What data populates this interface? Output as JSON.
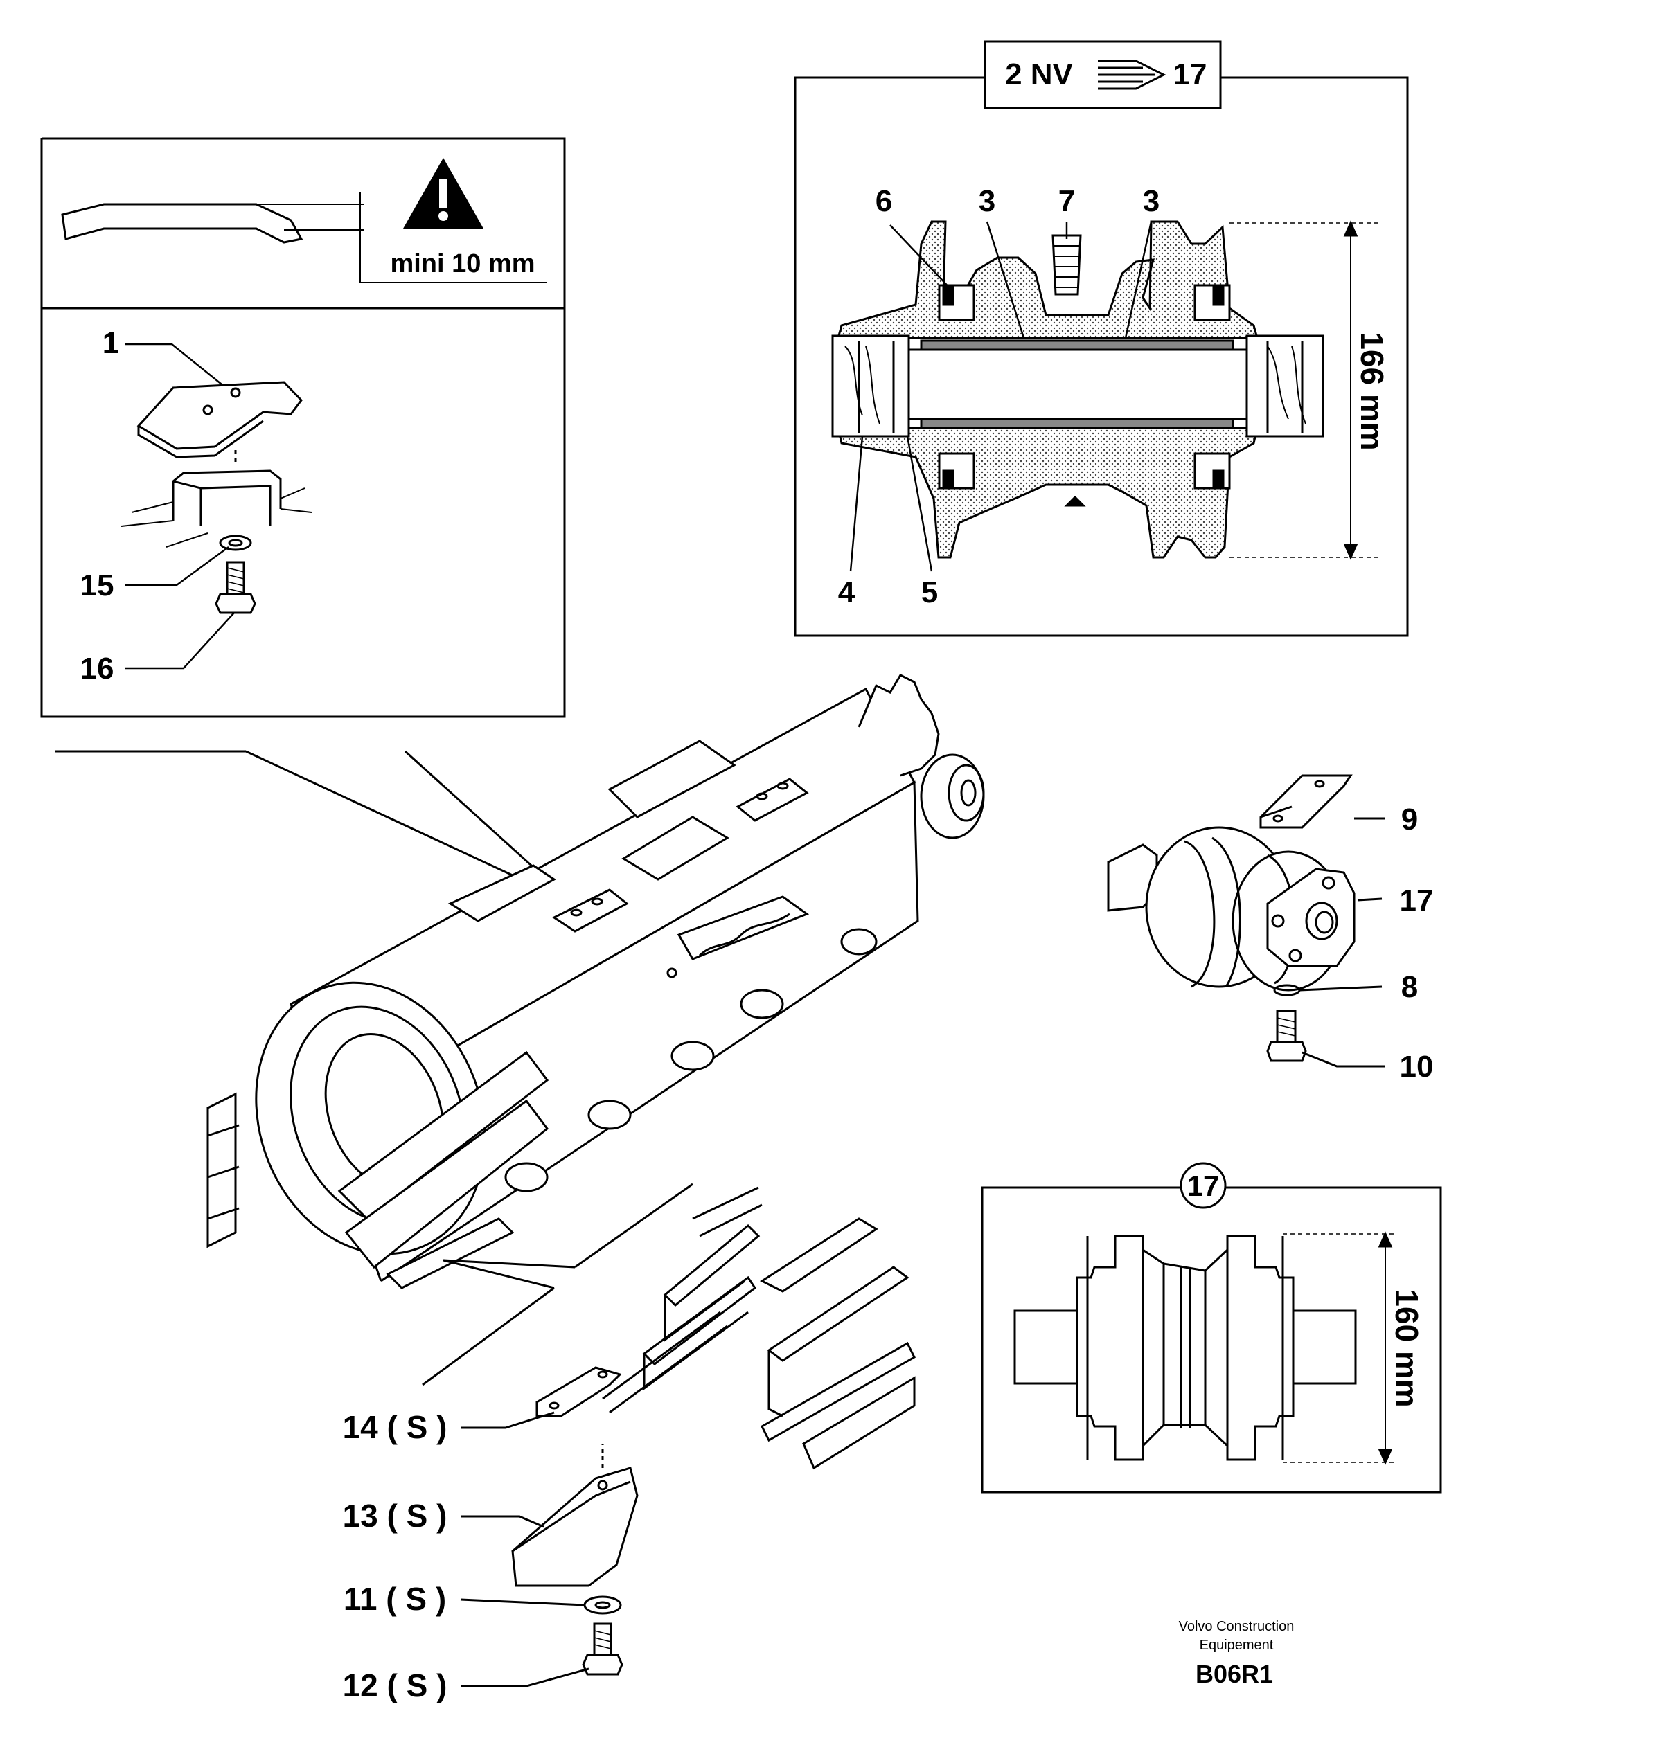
{
  "header_box": {
    "left": "2 NV",
    "right": "17"
  },
  "warning": {
    "text": "mini 10 mm"
  },
  "section_view": {
    "dimension": "166 mm"
  },
  "roller_view": {
    "badge": "17",
    "dimension": "160 mm"
  },
  "callouts": {
    "c1": "1",
    "c15": "15",
    "c16": "16",
    "c6": "6",
    "c3a": "3",
    "c7": "7",
    "c3b": "3",
    "c4": "4",
    "c5": "5",
    "c9": "9",
    "c17": "17",
    "c8": "8",
    "c10": "10",
    "c14": "14 ( S )",
    "c13": "13 ( S )",
    "c11": "11 ( S )",
    "c12": "12 ( S )"
  },
  "footer": {
    "maker_line1": "Volvo Construction",
    "maker_line2": "Equipement",
    "code": "B06R1"
  },
  "icons": [
    "warning-triangle-icon",
    "arrow-right-icon"
  ]
}
